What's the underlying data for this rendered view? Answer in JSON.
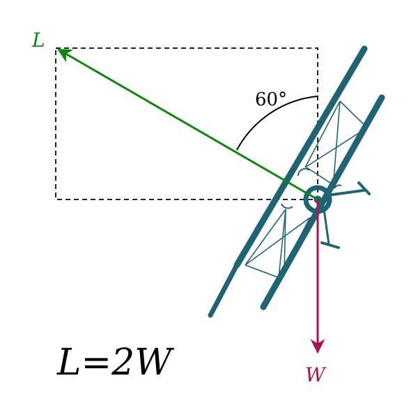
{
  "labels": {
    "lift": "L",
    "weight": "W",
    "angle": "60°",
    "equation": "L=2W"
  },
  "colors": {
    "lift_vector": "#0a8a0a",
    "weight_vector": "#b0104e",
    "aircraft": "#1f6475",
    "rectangle": "#222222",
    "angle_arc": "#000000",
    "text": "#000000"
  },
  "icons": {
    "aircraft": "biplane-banked-icon"
  }
}
